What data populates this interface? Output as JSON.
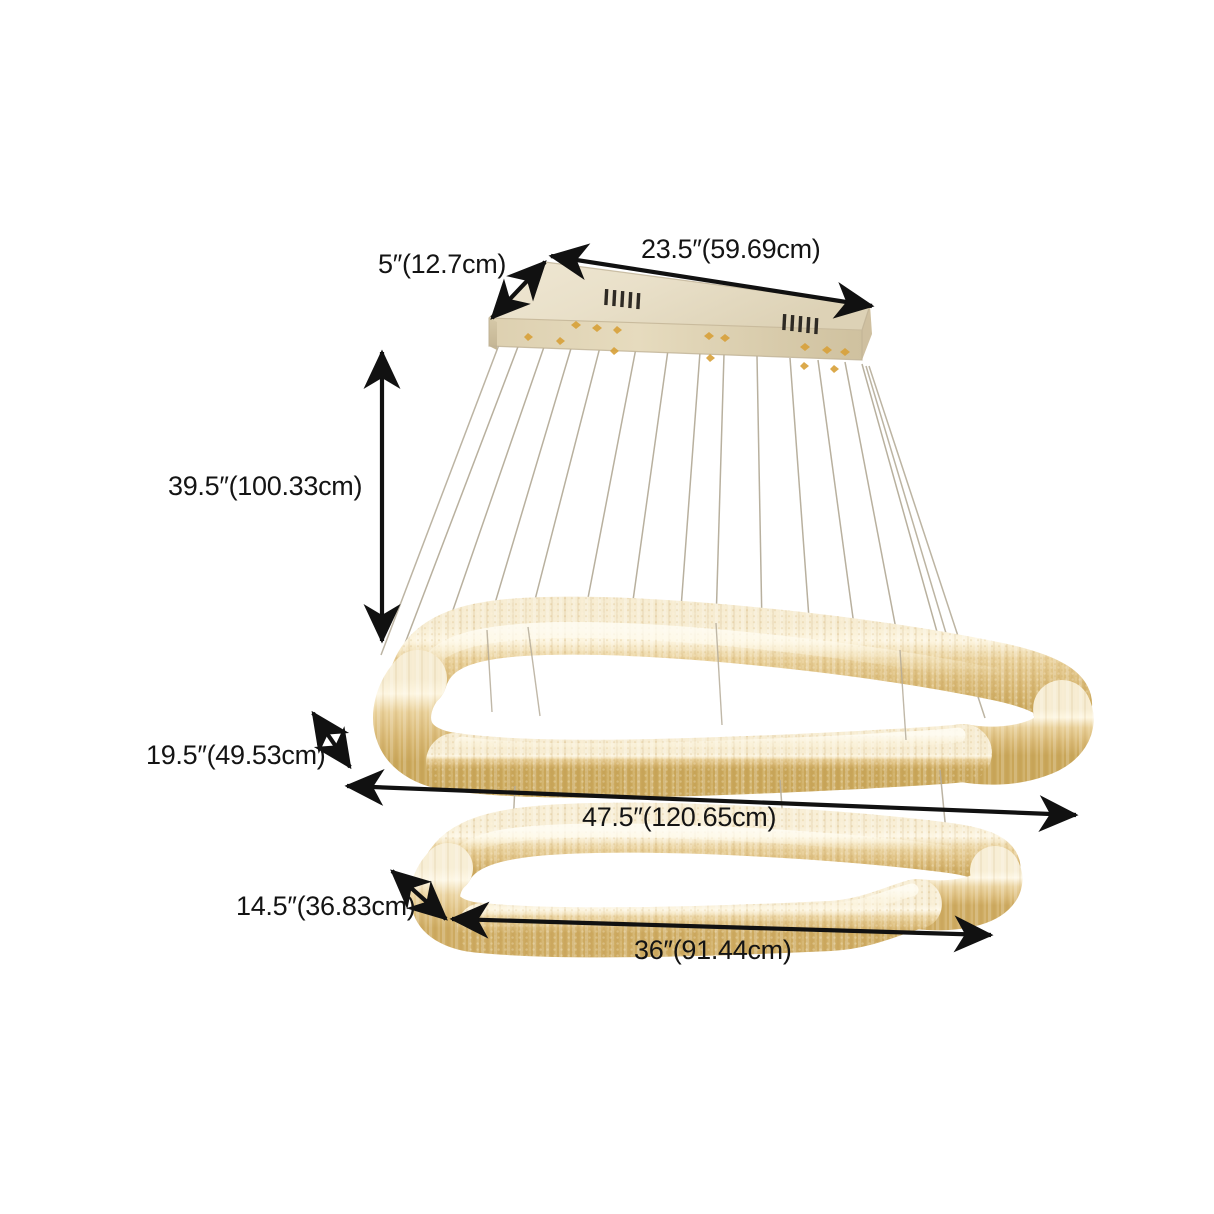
{
  "product": {
    "type": "two-tier oval crystal led chandelier",
    "canopy_color": "#e6dcc4",
    "crystal_color": "#e2c489",
    "cable_color": "#b9b2a2",
    "background_color": "#ffffff",
    "dimension_line_color": "#111111",
    "label_text_color": "#141414"
  },
  "dimensions": {
    "canopy_depth": {
      "label": "5″(12.7cm)",
      "inches": 5,
      "cm": 12.7
    },
    "canopy_width": {
      "label": "23.5″(59.69cm)",
      "inches": 23.5,
      "cm": 59.69
    },
    "drop_height": {
      "label": "39.5″(100.33cm)",
      "inches": 39.5,
      "cm": 100.33
    },
    "upper_ring_depth": {
      "label": "19.5″(49.53cm)",
      "inches": 19.5,
      "cm": 49.53
    },
    "upper_ring_width": {
      "label": "47.5″(120.65cm)",
      "inches": 47.5,
      "cm": 120.65
    },
    "lower_ring_depth": {
      "label": "14.5″(36.83cm)",
      "inches": 14.5,
      "cm": 36.83
    },
    "lower_ring_width": {
      "label": "36″(91.44cm)",
      "inches": 36,
      "cm": 91.44
    }
  }
}
